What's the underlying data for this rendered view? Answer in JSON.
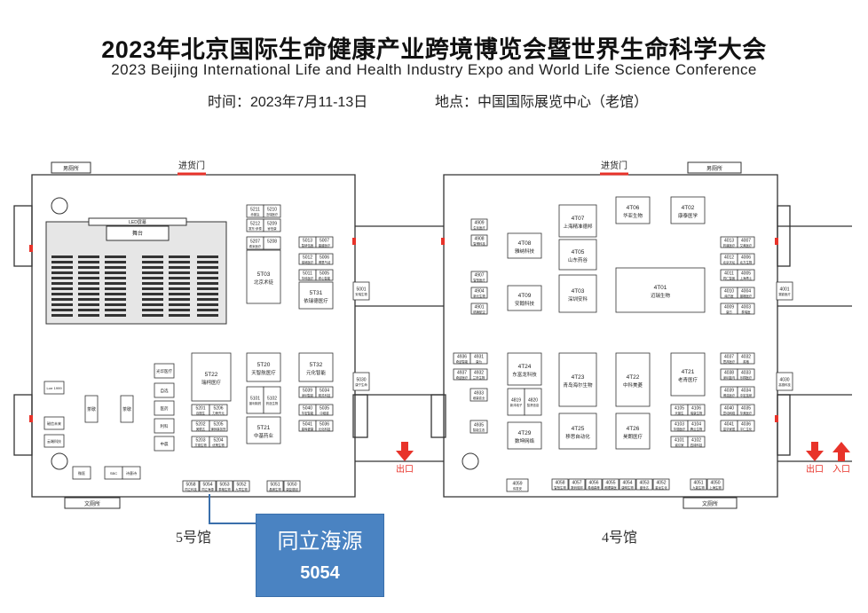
{
  "title_cn": "2023年北京国际生命健康产业跨境博览会暨世界生命科学大会",
  "title_en": "2023 Beijing International Life and Health Industry Expo and World Life Science Conference",
  "time_text": "时间：2023年7月11-13日",
  "place_text": "地点：中国国际展览中心（老馆）",
  "entrance": "进货门",
  "restroom_m": "男厕所",
  "restroom_f": "文厕所",
  "exit": "出口",
  "entry": "入口",
  "hall5": {
    "label": "5号馆",
    "stage": "LED屏幕",
    "stage_sub": "舞台",
    "booths": [
      {
        "id": "5211",
        "name": "赤普氢"
      },
      {
        "id": "5210",
        "name": "泊瑞医疗"
      },
      {
        "id": "5212",
        "name": "赛东·伊泰"
      },
      {
        "id": "5209",
        "name": "睿伯康"
      },
      {
        "id": "5207",
        "name": "希米医疗"
      },
      {
        "id": "5208",
        "name": ""
      },
      {
        "id": "5T03",
        "name": "北京术徒"
      },
      {
        "id": "5013",
        "name": "智研伍医"
      },
      {
        "id": "5007",
        "name": "晶盛医疗"
      },
      {
        "id": "5012",
        "name": "保继医疗"
      },
      {
        "id": "5006",
        "name": "博恩气动"
      },
      {
        "id": "5011",
        "name": "华科医疗"
      },
      {
        "id": "5005",
        "name": "修心智能"
      },
      {
        "id": "5T31",
        "name": "依瑞德医疗"
      },
      {
        "id": "5001",
        "name": "安瑞生物"
      },
      {
        "id": "5T22",
        "name": "瑞柯医疗"
      },
      {
        "id": "5201",
        "name": "百图生"
      },
      {
        "id": "5206",
        "name": "力荣齐元"
      },
      {
        "id": "5202",
        "name": "美联达"
      },
      {
        "id": "5205",
        "name": "律师事务所"
      },
      {
        "id": "5203",
        "name": "艾德生物"
      },
      {
        "id": "5204",
        "name": "优策生物"
      },
      {
        "id": "5T20",
        "name": "天智航医疗"
      },
      {
        "id": "5101",
        "name": "普利制药"
      },
      {
        "id": "5102",
        "name": "药选生物"
      },
      {
        "id": "5T21",
        "name": "中基药业"
      },
      {
        "id": "5T32",
        "name": "元化智能"
      },
      {
        "id": "5039",
        "name": "深圳智影"
      },
      {
        "id": "5034",
        "name": "精灵科技"
      },
      {
        "id": "5040",
        "name": "华宏智能"
      },
      {
        "id": "5035",
        "name": "中磁感"
      },
      {
        "id": "5041",
        "name": "鼎晖健康"
      },
      {
        "id": "5036",
        "name": "元化科技"
      },
      {
        "id": "5030",
        "name": "康宁生命"
      },
      {
        "id": "5058",
        "name": "同立科技"
      },
      {
        "id": "5054",
        "name": "同立海源"
      },
      {
        "id": "5053",
        "name": "泰格生物"
      },
      {
        "id": "5052",
        "name": "九章生物"
      },
      {
        "id": "5051",
        "name": "晶镁生物"
      },
      {
        "id": "5050",
        "name": "康复基因"
      }
    ],
    "side_rooms": [
      "光华医疗",
      "自选",
      "医药",
      "利科",
      "中晨"
    ],
    "left_rooms": [
      "Lorr 1999",
      "磁信未来",
      "云端科技"
    ],
    "bottom_rooms": [
      "微医",
      "SBC",
      "诗意诗"
    ],
    "center_rooms": [
      "茶歇",
      "茶歇"
    ]
  },
  "hall4": {
    "label": "4号馆",
    "booths": [
      {
        "id": "4909",
        "name": "生化医疗"
      },
      {
        "id": "4908",
        "name": "智博科技"
      },
      {
        "id": "4907",
        "name": "智慧医疗"
      },
      {
        "id": "4904",
        "name": "新元生物"
      },
      {
        "id": "4901",
        "name": "精铸航空"
      },
      {
        "id": "4T08",
        "name": "雅纳科技"
      },
      {
        "id": "4T09",
        "name": "安翰科技"
      },
      {
        "id": "4T07",
        "name": "上海精准德邦"
      },
      {
        "id": "4T05",
        "name": "山东药谷"
      },
      {
        "id": "4T03",
        "name": "深圳安科"
      },
      {
        "id": "4T06",
        "name": "华亚生物"
      },
      {
        "id": "4T02",
        "name": "康泰医学"
      },
      {
        "id": "4T01",
        "name": "迈瑞生物"
      },
      {
        "id": "4013",
        "name": "药道医疗"
      },
      {
        "id": "4007",
        "name": "艾美医疗"
      },
      {
        "id": "4012",
        "name": "北京天坛"
      },
      {
        "id": "4006",
        "name": "北方生物"
      },
      {
        "id": "4011",
        "name": "同仁智医"
      },
      {
        "id": "4005",
        "name": "上海青士"
      },
      {
        "id": "4010",
        "name": "南方医"
      },
      {
        "id": "4004",
        "name": "普格医疗"
      },
      {
        "id": "4009",
        "name": "康方"
      },
      {
        "id": "4003",
        "name": "泰瑞医"
      },
      {
        "id": "4001",
        "name": "赛欧医疗"
      },
      {
        "id": "4936",
        "name": "奇迹智能"
      },
      {
        "id": "4931",
        "name": "康为"
      },
      {
        "id": "4937",
        "name": "奇迹医疗"
      },
      {
        "id": "4932",
        "name": "兰亭生物"
      },
      {
        "id": "4933",
        "name": "维康嘉业"
      },
      {
        "id": "4935",
        "name": "智能生态"
      },
      {
        "id": "4T24",
        "name": "东富龙科技"
      },
      {
        "id": "4819",
        "name": "新鸿电子"
      },
      {
        "id": "4820",
        "name": "智贤信息"
      },
      {
        "id": "4T29",
        "name": "数坤网络"
      },
      {
        "id": "4T23",
        "name": "青岛海尔生物"
      },
      {
        "id": "4T25",
        "name": "移思自动化"
      },
      {
        "id": "4T22",
        "name": "中科美菱"
      },
      {
        "id": "4T26",
        "name": "昊朗医疗"
      },
      {
        "id": "4T21",
        "name": "老青医疗"
      },
      {
        "id": "4105",
        "name": "天普生"
      },
      {
        "id": "4106",
        "name": "瑞康生物"
      },
      {
        "id": "4103",
        "name": "华丽医疗"
      },
      {
        "id": "4104",
        "name": "腾云生物"
      },
      {
        "id": "4101",
        "name": "诚引家"
      },
      {
        "id": "4102",
        "name": "四绿科技"
      },
      {
        "id": "4037",
        "name": "思邦医疗"
      },
      {
        "id": "4032",
        "name": "英格"
      },
      {
        "id": "4038",
        "name": "深圳蓝鸟"
      },
      {
        "id": "4033",
        "name": "乐桐医疗"
      },
      {
        "id": "4039",
        "name": "博浩医疗"
      },
      {
        "id": "4034",
        "name": "中宏技研"
      },
      {
        "id": "4040",
        "name": "意动网络"
      },
      {
        "id": "4035",
        "name": "华美医疗"
      },
      {
        "id": "4041",
        "name": "富华家居"
      },
      {
        "id": "4036",
        "name": "平仁生化"
      },
      {
        "id": "4030",
        "name": "高德科技"
      },
      {
        "id": "4059",
        "name": "伟发安"
      },
      {
        "id": "4058",
        "name": "智慧生物"
      },
      {
        "id": "4057",
        "name": "数码德邦"
      },
      {
        "id": "4056",
        "name": "希维森等"
      },
      {
        "id": "4055",
        "name": "朗理康医"
      },
      {
        "id": "4054",
        "name": "康明生物"
      },
      {
        "id": "4053",
        "name": "盛世达"
      },
      {
        "id": "4052",
        "name": "星龙生化"
      },
      {
        "id": "4051",
        "name": "九能生物"
      },
      {
        "id": "4050",
        "name": "上海生物"
      }
    ]
  },
  "callout": {
    "name": "同立海源",
    "booth": "5054"
  },
  "colors": {
    "callout_bg": "#4a83c2",
    "door_red": "#e8332a",
    "wall": "#333333"
  }
}
